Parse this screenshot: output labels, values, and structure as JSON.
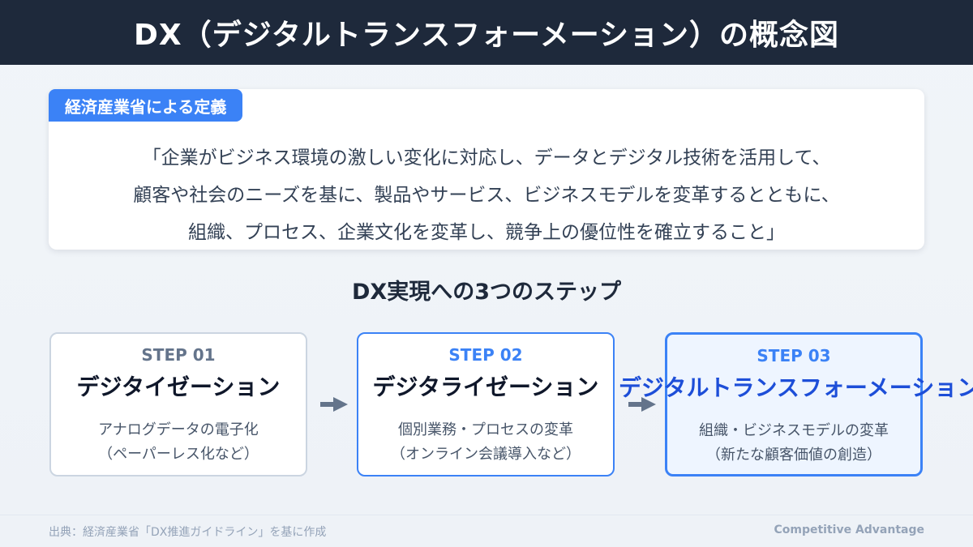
{
  "title": "DX（デジタルトランスフォーメーション）の概念図",
  "definition": {
    "badge": "経済産業省による定義",
    "lines": [
      "「企業がビジネス環境の激しい変化に対応し、データとデジタル技術を活用して、",
      "顧客や社会のニーズを基に、製品やサービス、ビジネスモデルを変革するとともに、",
      "組織、プロセス、企業文化を変革し、競争上の優位性を確立すること」"
    ]
  },
  "steps_title": "DX実現への3つのステップ",
  "steps": [
    {
      "number": "STEP 01",
      "name": "デジタイゼーション",
      "desc": [
        "アナログデータの電子化",
        "（ペーパーレス化など）"
      ]
    },
    {
      "number": "STEP 02",
      "name": "デジタライゼーション",
      "desc": [
        "個別業務・プロセスの変革",
        "（オンライン会議導入など）"
      ]
    },
    {
      "number": "STEP 03",
      "name": "デジタルトランスフォーメーション",
      "desc": [
        "組織・ビジネスモデルの変革",
        "（新たな顧客価値の創造）"
      ]
    }
  ],
  "footer": {
    "source": "出典：経済産業省「DX推進ガイドライン」を基に作成",
    "brand": "Competitive Advantage"
  },
  "colors": {
    "header_bg": "#1e293b",
    "accent": "#3b82f6",
    "step3_text": "#1d4ed8",
    "arrow": "#64748b"
  }
}
